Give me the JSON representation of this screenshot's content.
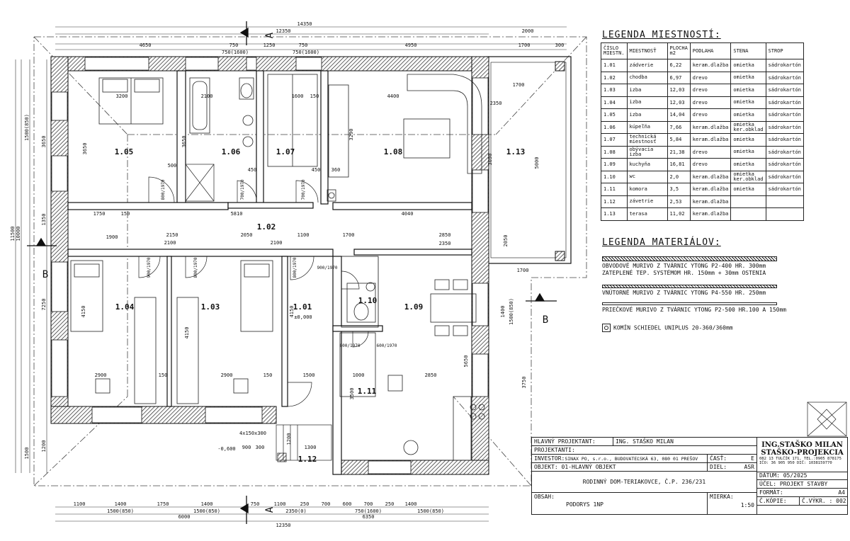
{
  "rooms_legend": {
    "title": "LEGENDA MIESTNOSTÍ:",
    "headers": [
      "ČÍSLO MIESTN.",
      "MIESTNOSŤ",
      "PLOCHA m2",
      "PODLAHA",
      "STENA",
      "STROP"
    ],
    "rows": [
      [
        "1.01",
        "zádverie",
        "6,22",
        "keram.dlažba",
        "omietka",
        "sádrokartón"
      ],
      [
        "1.02",
        "chodba",
        "6,97",
        "drevo",
        "omietka",
        "sádrokartón"
      ],
      [
        "1.03",
        "izba",
        "12,03",
        "drevo",
        "omietka",
        "sádrokartón"
      ],
      [
        "1.04",
        "izba",
        "12,03",
        "drevo",
        "omietka",
        "sádrokartón"
      ],
      [
        "1.05",
        "izba",
        "14,04",
        "drevo",
        "omietka",
        "sádrokartón"
      ],
      [
        "1.06",
        "kúpeľňa",
        "7,66",
        "keram.dlažba",
        "omietka ker.obklad",
        "sádrokartón"
      ],
      [
        "1.07",
        "technická miestnosť",
        "5,84",
        "keram.dlažba",
        "omietka",
        "sádrokartón"
      ],
      [
        "1.08",
        "obývacia izba",
        "21,38",
        "drevo",
        "omietka",
        "sádrokartón"
      ],
      [
        "1.09",
        "kuchyňa",
        "16,81",
        "drevo",
        "omietka",
        "sádrokartón"
      ],
      [
        "1.10",
        "wc",
        "2,0",
        "keram.dlažba",
        "omietka ker.obklad",
        "sádrokartón"
      ],
      [
        "1.11",
        "komora",
        "3,5",
        "keram.dlažba",
        "omietka",
        "sádrokartón"
      ],
      [
        "1.12",
        "závetrie",
        "2,53",
        "keram.dlažba",
        "",
        ""
      ],
      [
        "1.13",
        "terasa",
        "11,02",
        "keram.dlažba",
        "",
        ""
      ]
    ]
  },
  "materials_legend": {
    "title": "LEGENDA MATERIÁLOV:",
    "items": [
      "OBVODOVÉ MURIVO Z TVÁRNIC YTONG P2-400 HR. 300mm",
      "ZATEPLENÉ TEP. SYSTÉMOM HR. 150mm + 30mm OSTENIA",
      "VNÚTORNÉ MURIVO Z TVÁRNIC YTONG P4-550 HR. 250mm",
      "PRIEČKOVÉ MURIVO Z TVÁRNIC YTONG P2-500 HR.100 A 150mm",
      "KOMÍN SCHIEDEL UNIPLUS 20-360/360mm"
    ]
  },
  "plan": {
    "room_labels": [
      "1.05",
      "1.06",
      "1.07",
      "1.08",
      "1.13",
      "1.02",
      "1.04",
      "1.03",
      "1.01",
      "1.10",
      "1.09",
      "1.11",
      "1.12"
    ],
    "dims_top": [
      "14350",
      "12350",
      "2000",
      "4650",
      "750",
      "1250",
      "750",
      "4950",
      "1700",
      "300",
      "750(1600)",
      "750(1600)"
    ],
    "dims_bottom": [
      "1100",
      "1400",
      "1750",
      "1400",
      "750",
      "1100",
      "250",
      "700",
      "600",
      "700",
      "250",
      "1400",
      "1500(850)",
      "1500(850)",
      "2350(0)",
      "750(1600)",
      "1500(850)",
      "6000",
      "6350",
      "12350"
    ],
    "dims_left": [
      "11500",
      "10000",
      "1500",
      "1500(850)",
      "3650",
      "1350",
      "7250",
      "1200"
    ],
    "dims_inner": [
      "3200",
      "2100",
      "1600",
      "150",
      "4400",
      "3290",
      "3650",
      "3650",
      "500",
      "450",
      "450",
      "360",
      "1750",
      "150",
      "5810",
      "4040",
      "1900",
      "2150",
      "2050",
      "1100",
      "1700",
      "2850",
      "2100",
      "2100",
      "2350",
      "4150",
      "4150",
      "2900",
      "150",
      "2900",
      "150",
      "1500",
      "1000",
      "2850",
      "3500",
      "4150",
      "5650",
      "2350",
      "3090",
      "5000",
      "1700",
      "1700",
      "2050",
      "3750",
      "1400",
      "1500(850)",
      "900",
      "300",
      "1200",
      "1300",
      "4x150x300"
    ],
    "door_labels": [
      "800/1970",
      "700/1970",
      "700/1970",
      "900/1970",
      "800/1970",
      "800/1970",
      "900/1970",
      "600/1970",
      "600/1970"
    ],
    "level_labels": [
      "±0,000",
      "-0,600"
    ],
    "section_labels": [
      "A",
      "A",
      "B",
      "B"
    ]
  },
  "title_block": {
    "chief_label": "HLAVNÝ PROJEKTANT:",
    "chief_value": "ING. STAŠKO MILAN",
    "designers_label": "PROJEKTANTI:",
    "investor_label": "INVESTOR:",
    "investor_value": "SINAX PO, s.r.o., BUDOVATEĽSKÁ 63, 080 01 PREŠOV",
    "object_label": "OBJEKT:",
    "object_value": "01-HLAVNÝ OBJEKT",
    "part_label": "ČASŤ:",
    "part_value": "E",
    "diel_label": "DIEL:",
    "diel_value": "ASR",
    "building": "RODINNÝ DOM-TERIAKOVCE, Č.P. 236/231",
    "content_label": "OBSAH:",
    "content_value": "PODORYS 1NP",
    "scale_label": "MIERKA:",
    "scale_value": "1:50",
    "firm_line1": "ING.STAŠKO MILAN",
    "firm_line2": "STAŠKO-PROJEKCIA",
    "firm_line3": "082 13 TULČÍK 171, TEL.:0905 878175",
    "firm_line4": "IČO: 36 905 950 DIČ: 1038159770",
    "date": "DÁTUM: 05/2025",
    "purpose": "ÚČEL:  PROJEKT STAVBY",
    "format_label": "FORMÁT:",
    "format_value": "A4",
    "copy_label": "Č.KÓPIE:",
    "drawing_no": "Č.VÝKR. : 002"
  },
  "colors": {
    "line": "#111111",
    "hatch": "#333333",
    "paper": "#ffffff"
  }
}
